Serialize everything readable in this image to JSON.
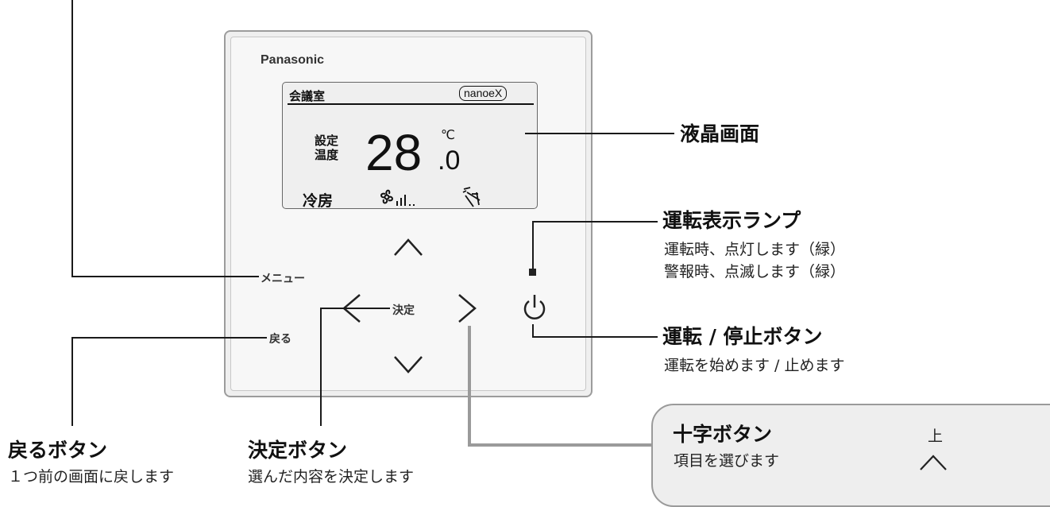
{
  "device": {
    "brand": "Panasonic",
    "lcd": {
      "room_name": "会議室",
      "nanoe_badge": "nanoeX",
      "set_label": "設定温度",
      "temp_integer": "28",
      "temp_decimal": ".0",
      "temp_unit": "℃",
      "mode": "冷房"
    },
    "menu_label": "メニュー",
    "back_label": "戻る",
    "confirm_label": "決定"
  },
  "callouts": {
    "lcd": {
      "title": "液晶画面"
    },
    "lamp": {
      "title": "運転表示ランプ",
      "desc": [
        "運転時、点灯します（緑）",
        "警報時、点滅します（緑）"
      ]
    },
    "power": {
      "title": "運転 / 停止ボタン",
      "desc": "運転を始めます / 止めます"
    },
    "back": {
      "title": "戻るボタン",
      "desc": "１つ前の画面に戻します"
    },
    "confirm": {
      "title": "決定ボタン",
      "desc": "選んだ内容を決定します"
    },
    "cross": {
      "title": "十字ボタン",
      "desc": "項目を選びます",
      "up_label": "上"
    }
  },
  "icons": {
    "up": "up-arrow-icon",
    "down": "down-arrow-icon",
    "left": "left-arrow-icon",
    "right": "right-arrow-icon",
    "power": "power-icon",
    "fan": "fan-icon",
    "fan_level": "fan-speed-bars-icon",
    "louver": "louver-swing-icon",
    "lamp": "operation-lamp-icon"
  }
}
